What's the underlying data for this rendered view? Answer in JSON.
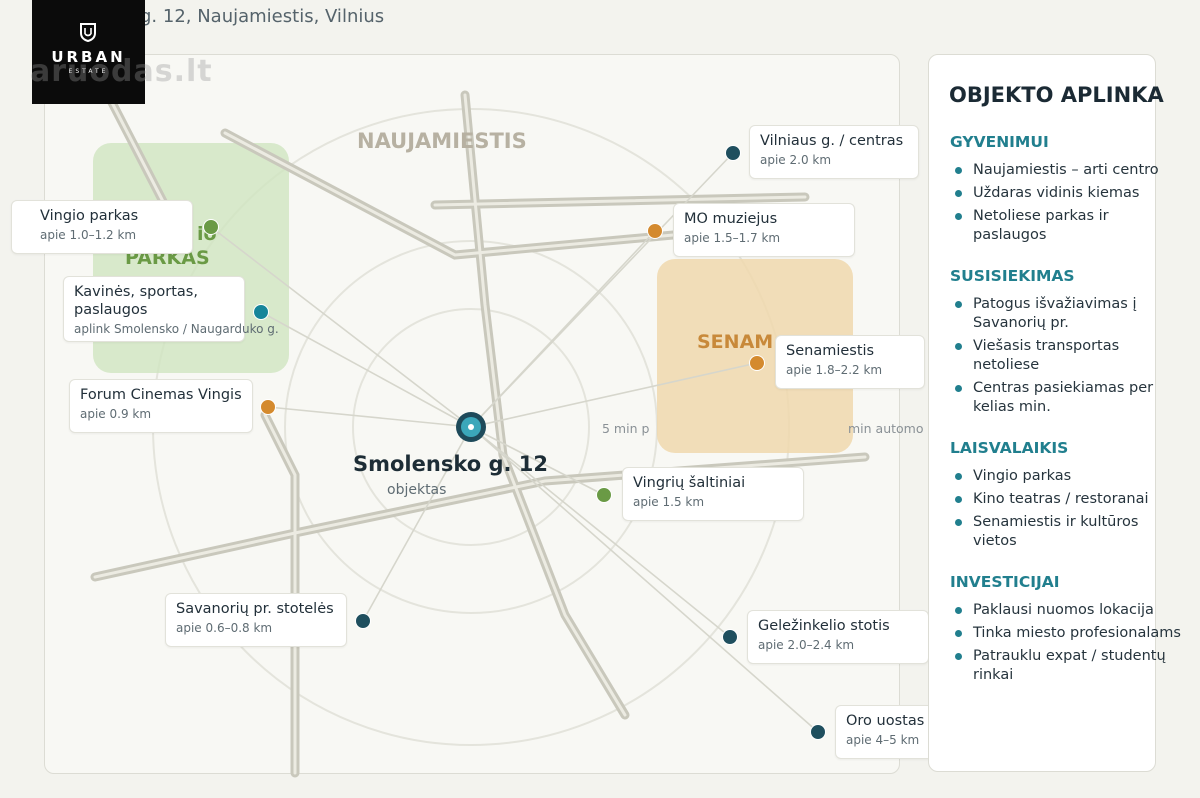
{
  "header": {
    "address": "g. 12, Naujamiestis, Vilnius"
  },
  "logo": {
    "brand": "URBAN",
    "sub": "ESTATE"
  },
  "watermark": {
    "text": "aruodas.lt"
  },
  "map": {
    "district_label": "NAUJAMIESTIS",
    "park_label_partial": "PARKAS",
    "park_label_fragment": "io",
    "oldtown_label_partial": "SENAM",
    "center": {
      "name": "Smolensko g. 12",
      "sub": "objektas"
    },
    "ring_labels": {
      "walk": "5 min p",
      "car": "min automo"
    },
    "colors": {
      "park": "#6a9a45",
      "culture": "#d48a2e",
      "transport": "#1f4f5e",
      "service": "#16859a"
    },
    "places": [
      {
        "name": "Vilniaus g. / centras",
        "dist": "apie 2.0 km",
        "kind": "transport"
      },
      {
        "name": "Vingio parkas",
        "dist": "apie 1.0–1.2 km",
        "kind": "park"
      },
      {
        "name": "MO muziejus",
        "dist": "apie 1.5–1.7 km",
        "kind": "culture"
      },
      {
        "name": "Kavinės, sportas, paslaugos",
        "dist": "aplink Smolensko / Naugarduko g.",
        "kind": "service"
      },
      {
        "name": "Senamiestis",
        "dist": "apie 1.8–2.2 km",
        "kind": "culture"
      },
      {
        "name": "Forum Cinemas Vingis",
        "dist": "apie 0.9 km",
        "kind": "culture"
      },
      {
        "name": "Vingrių šaltiniai",
        "dist": "apie 1.5 km",
        "kind": "park"
      },
      {
        "name": "Savanorių pr. stotelės",
        "dist": "apie 0.6–0.8 km",
        "kind": "transport"
      },
      {
        "name": "Geležinkelio stotis",
        "dist": "apie 2.0–2.4 km",
        "kind": "transport"
      },
      {
        "name": "Oro uostas",
        "dist": "apie 4–5 km",
        "kind": "transport"
      }
    ]
  },
  "sidebar": {
    "title": "OBJEKTO APLINKA",
    "sections": [
      {
        "heading": "GYVENIMUI",
        "items": [
          "Naujamiestis – arti centro",
          "Uždaras vidinis kiemas",
          "Netoliese parkas ir paslaugos"
        ]
      },
      {
        "heading": "SUSISIEKIMAS",
        "items": [
          "Patogus išvažiavimas į Savanorių pr.",
          "Viešasis transportas netoliese",
          "Centras pasiekiamas per kelias min."
        ]
      },
      {
        "heading": "LAISVALAIKIS",
        "items": [
          "Vingio parkas",
          "Kino teatras / restoranai",
          "Senamiestis ir kultūros vietos"
        ]
      },
      {
        "heading": "INVESTICIJAI",
        "items": [
          "Paklausi nuomos lokacija",
          "Tinka miesto profesionalams",
          "Patrauklu expat / studentų rinkai"
        ]
      }
    ]
  }
}
